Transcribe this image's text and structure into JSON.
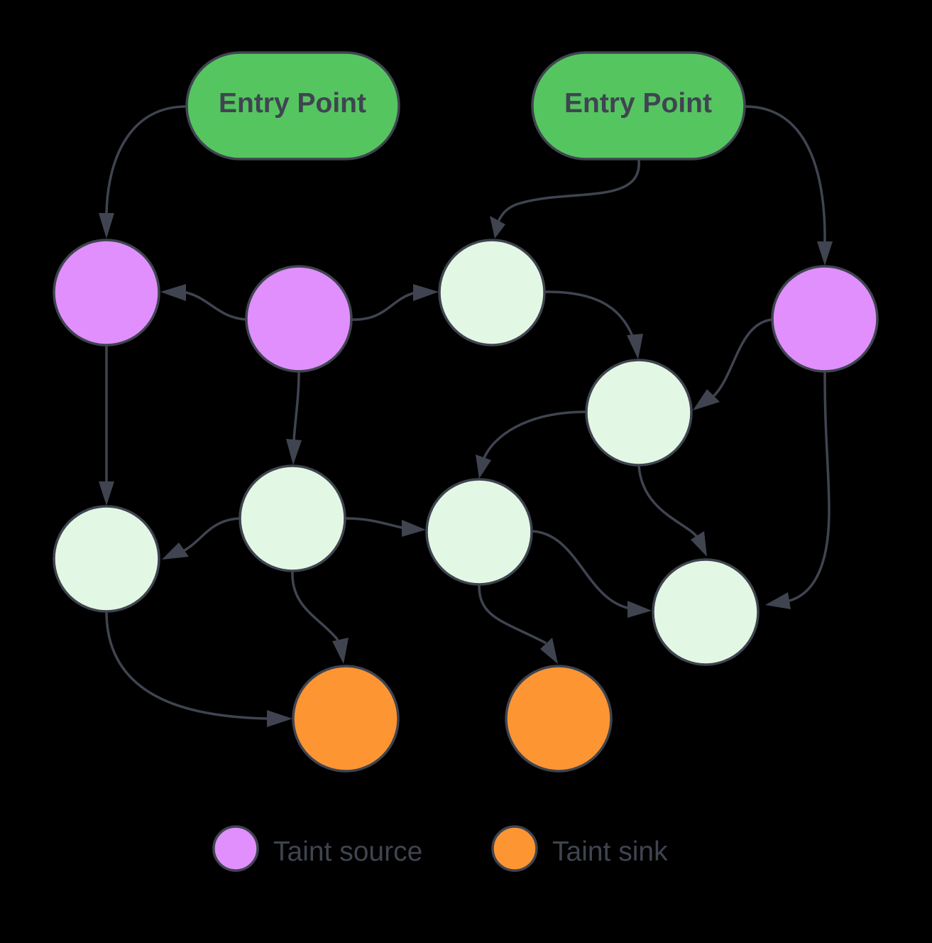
{
  "colors": {
    "background": "#000000",
    "stroke": "#3f4450",
    "entry_fill": "#55c560",
    "source_fill": "#e08ffc",
    "sink_fill": "#fd9533",
    "plain_fill": "#e3f8e4"
  },
  "entry_points": [
    {
      "id": "entry-1",
      "label": "Entry Point"
    },
    {
      "id": "entry-2",
      "label": "Entry Point"
    }
  ],
  "nodes": [
    {
      "id": "n1",
      "kind": "taint-source"
    },
    {
      "id": "n2",
      "kind": "taint-source"
    },
    {
      "id": "n3",
      "kind": "plain"
    },
    {
      "id": "n4",
      "kind": "taint-source"
    },
    {
      "id": "n5",
      "kind": "plain"
    },
    {
      "id": "n6",
      "kind": "plain"
    },
    {
      "id": "n7",
      "kind": "plain"
    },
    {
      "id": "n8",
      "kind": "plain"
    },
    {
      "id": "n9",
      "kind": "plain"
    },
    {
      "id": "n10",
      "kind": "taint-sink"
    },
    {
      "id": "n11",
      "kind": "taint-sink"
    }
  ],
  "edges": [
    {
      "from": "entry-1",
      "to": "n1"
    },
    {
      "from": "entry-2",
      "to": "n3"
    },
    {
      "from": "entry-2",
      "to": "n4"
    },
    {
      "from": "n2",
      "to": "n1"
    },
    {
      "from": "n2",
      "to": "n3"
    },
    {
      "from": "n3",
      "to": "n5"
    },
    {
      "from": "n4",
      "to": "n5"
    },
    {
      "from": "n1",
      "to": "n6"
    },
    {
      "from": "n2",
      "to": "n7"
    },
    {
      "from": "n5",
      "to": "n8"
    },
    {
      "from": "n7",
      "to": "n6"
    },
    {
      "from": "n7",
      "to": "n8"
    },
    {
      "from": "n5",
      "to": "n9"
    },
    {
      "from": "n8",
      "to": "n9"
    },
    {
      "from": "n4",
      "to": "n9"
    },
    {
      "from": "n6",
      "to": "n10"
    },
    {
      "from": "n7",
      "to": "n10"
    },
    {
      "from": "n8",
      "to": "n11"
    }
  ],
  "legend": [
    {
      "kind": "taint-source",
      "label": "Taint source"
    },
    {
      "kind": "taint-sink",
      "label": "Taint sink"
    }
  ]
}
